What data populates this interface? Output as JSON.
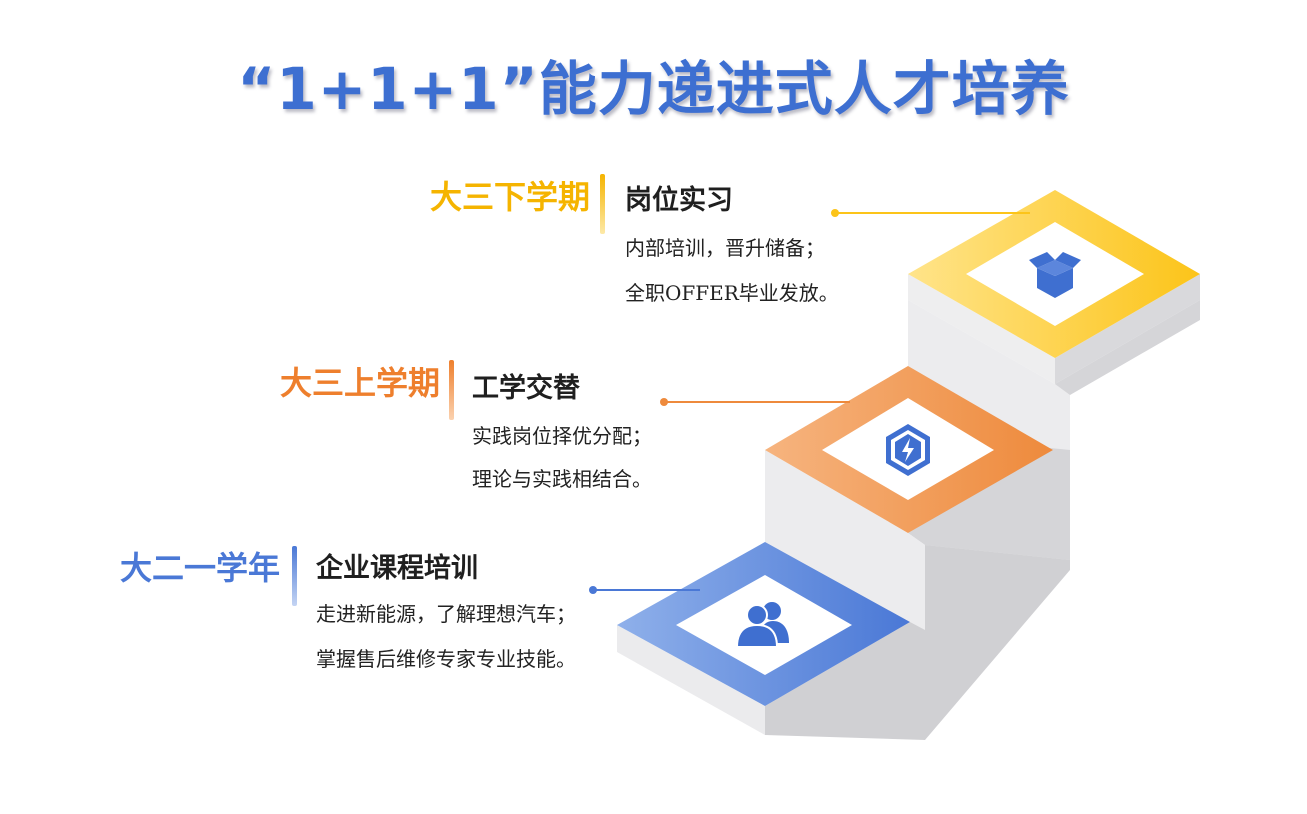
{
  "title": "“1+1+1”能力递进式人才培养",
  "colors": {
    "title": "#3d6fd1",
    "yellow": "#fcc419",
    "orange": "#ee8a3c",
    "blue": "#4a78d6",
    "icon": "#3f6fd0"
  },
  "stages": [
    {
      "period": "大三下学期",
      "heading": "岗位实习",
      "lines": [
        "内部培训，晋升储备；",
        "全职OFFER毕业发放。"
      ],
      "icon": "open-box-icon"
    },
    {
      "period": "大三上学期",
      "heading": "工学交替",
      "lines": [
        "实践岗位择优分配；",
        "理论与实践相结合。"
      ],
      "icon": "lightning-shield-icon"
    },
    {
      "period": "大二一学年",
      "heading": "企业课程培训",
      "lines": [
        "走进新能源，了解理想汽车；",
        "掌握售后维修专家专业技能。"
      ],
      "icon": "users-icon"
    }
  ]
}
